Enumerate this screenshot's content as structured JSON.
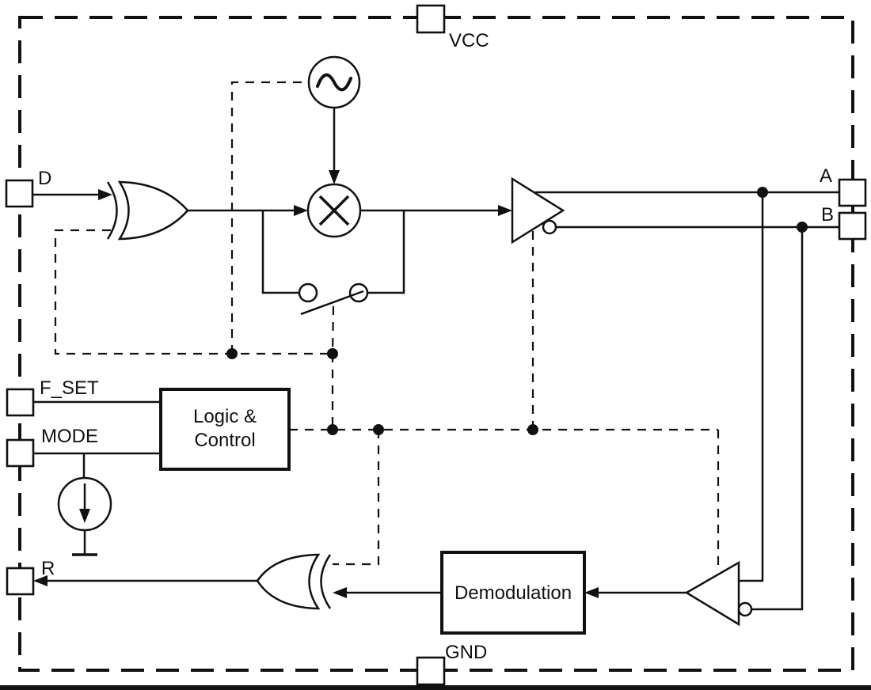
{
  "diagram": {
    "type": "ic-block-diagram",
    "pins": {
      "vcc": "VCC",
      "gnd": "GND",
      "d": "D",
      "f_set": "F_SET",
      "mode": "MODE",
      "r": "R",
      "a": "A",
      "b": "B"
    },
    "blocks": {
      "logic_line1": "Logic &",
      "logic_line2": "Control",
      "demodulation": "Demodulation"
    },
    "colors": {
      "ink": "#111111",
      "background": "#ffffff"
    }
  }
}
